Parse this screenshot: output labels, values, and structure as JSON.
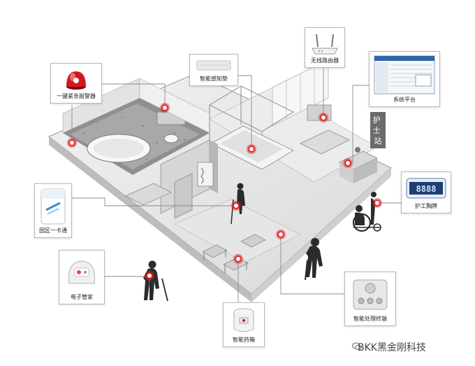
{
  "callouts": {
    "alarm": "一键紧急报警器",
    "pad": "智能感知垫",
    "router": "无线路由器",
    "platform": "系统平台",
    "badge": "护工胸牌",
    "card": "园区一卡通",
    "butler": "电子管家",
    "medbox": "智能药箱",
    "terminal": "智能处理终端"
  },
  "nurse_station": "护士站",
  "badge_display": "8888",
  "watermark": "BKK黑金刚科技",
  "colors": {
    "marker": "#d8202c",
    "line": "#8a8a8a"
  }
}
